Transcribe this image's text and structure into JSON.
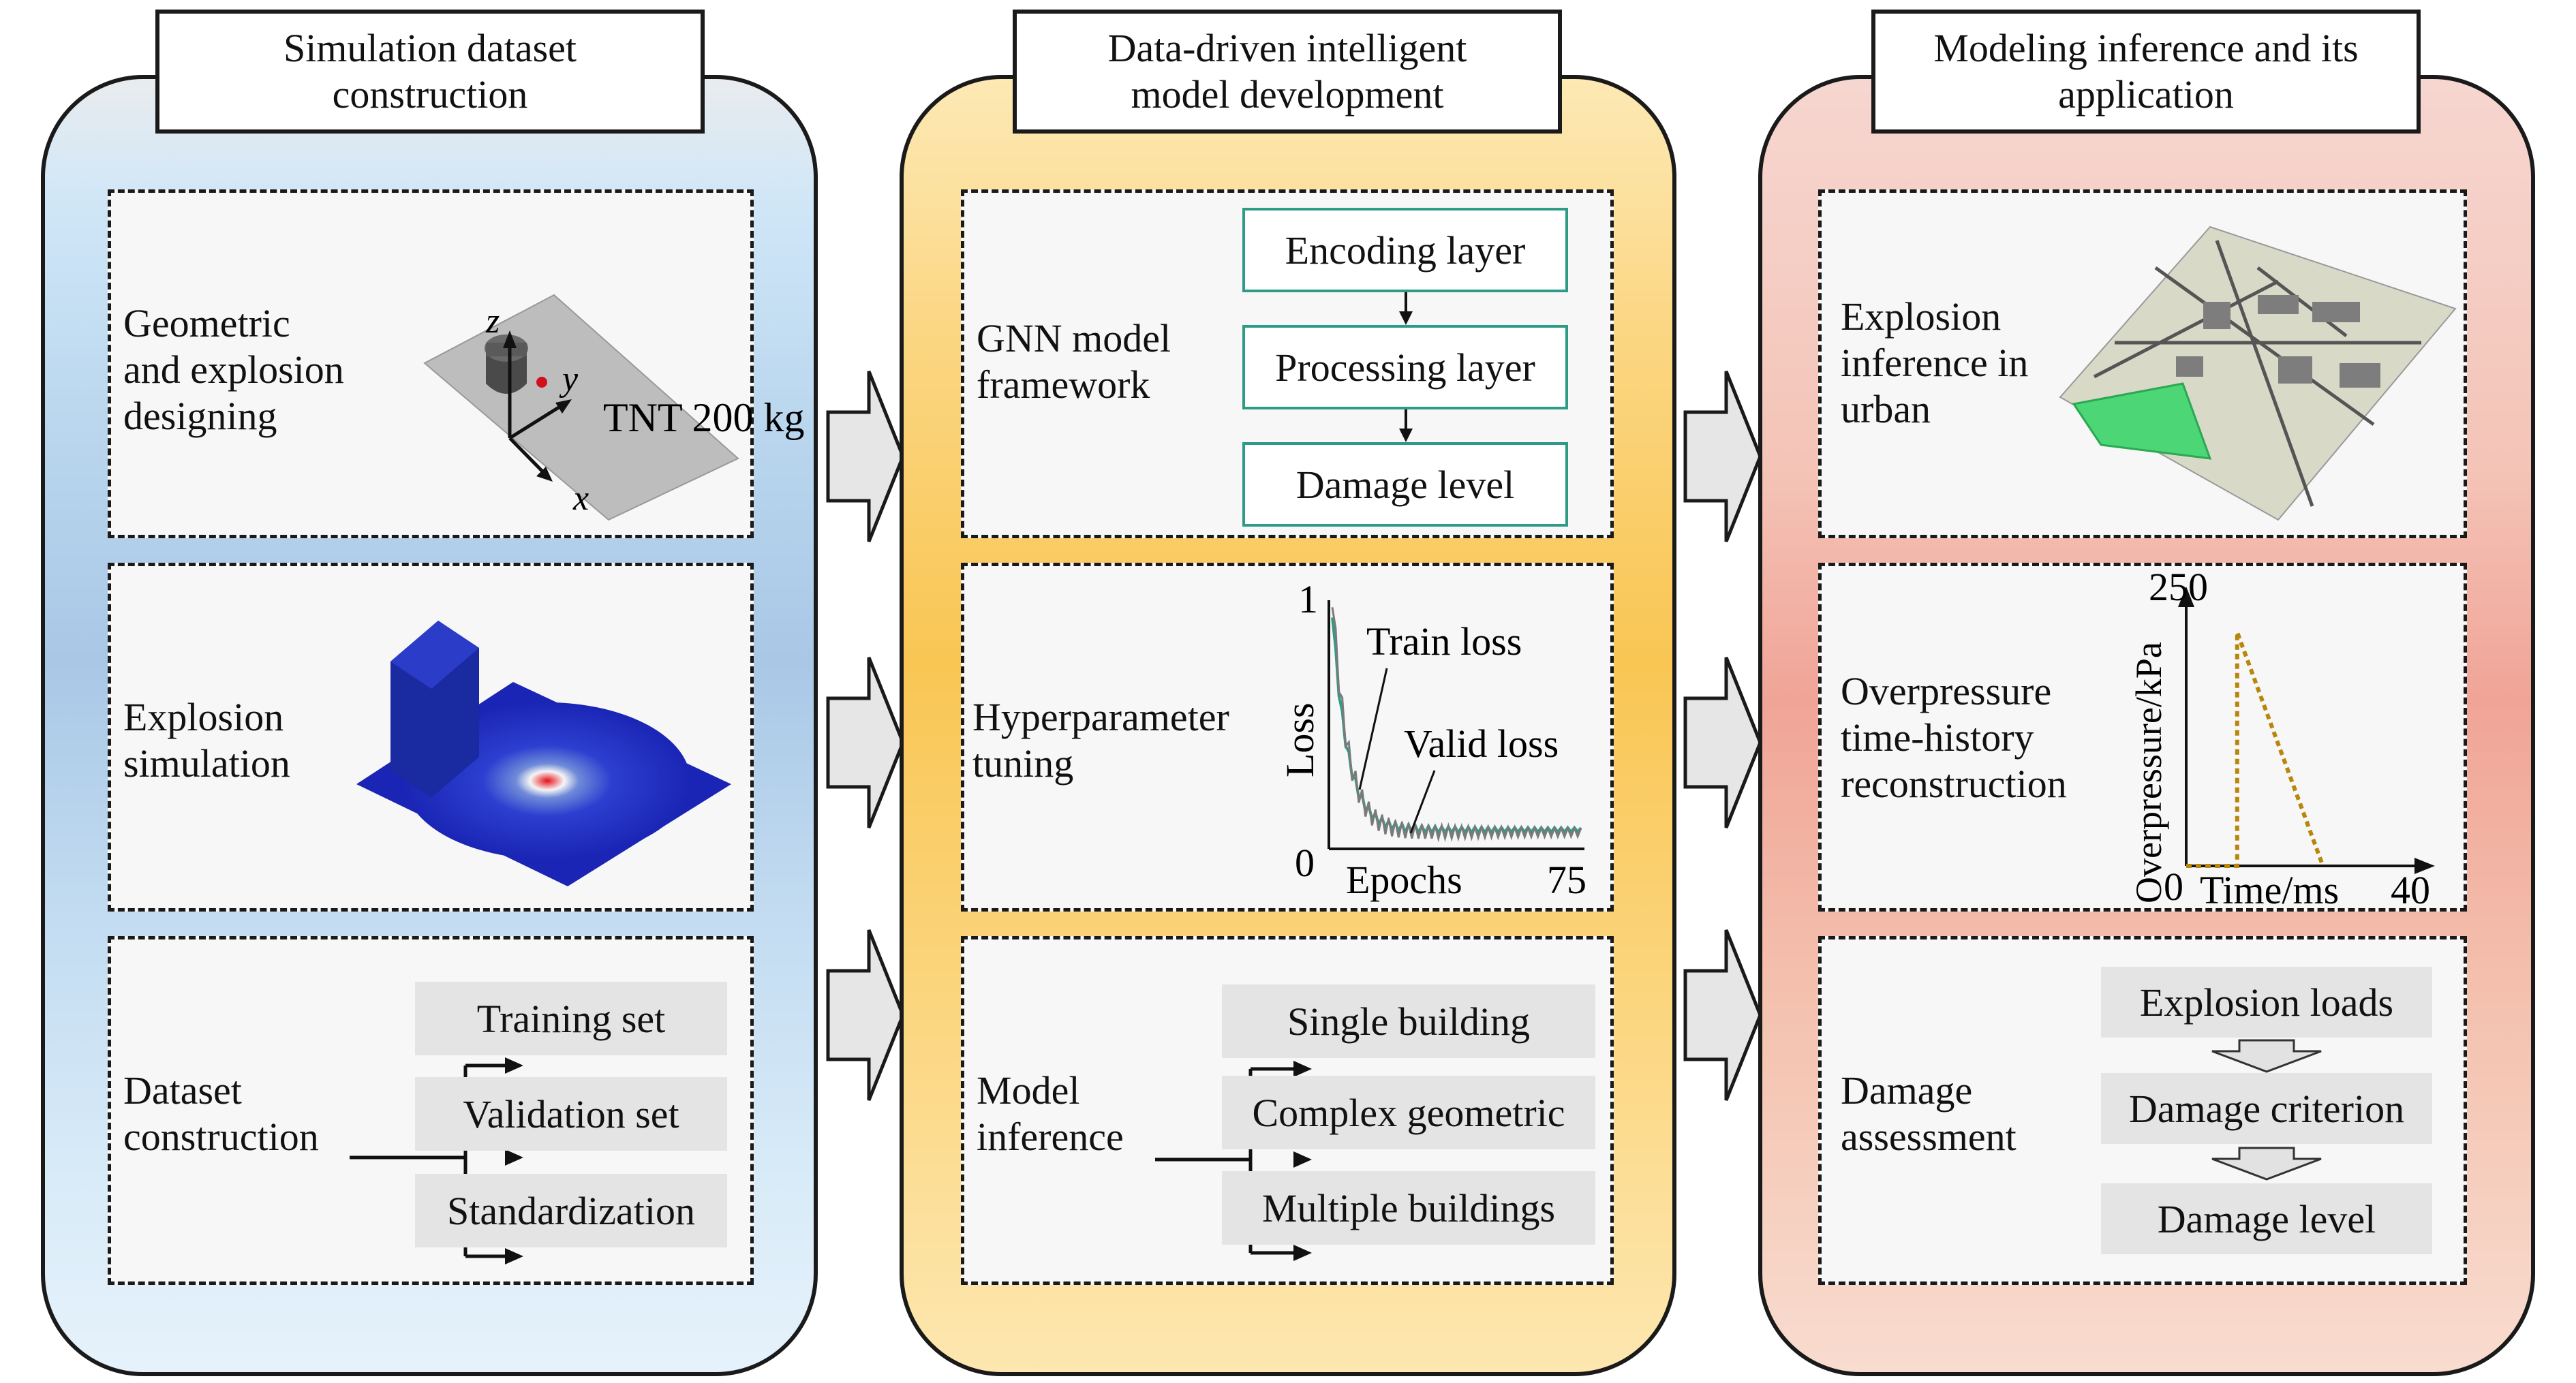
{
  "columns": [
    {
      "header": "Simulation dataset\nconstruction",
      "boxes": [
        {
          "label": "Geometric\nand explosion\ndesigning",
          "axis_z": "z",
          "axis_y": "y",
          "axis_x": "x",
          "charge": "TNT 200 kg"
        },
        {
          "label": "Explosion\nsimulation"
        },
        {
          "label": "Dataset\nconstruction",
          "items": [
            "Training set",
            "Validation set",
            "Standardization"
          ]
        }
      ]
    },
    {
      "header": "Data-driven intelligent\nmodel development",
      "boxes": [
        {
          "label": "GNN model\nframework",
          "layers": [
            "Encoding layer",
            "Processing layer",
            "Damage level"
          ]
        },
        {
          "label": "Hyperparameter\ntuning",
          "loss_plot": {
            "ylabel": "Loss",
            "ymax": "1",
            "zero": "0",
            "xlabel": "Epochs",
            "xmax": "75",
            "train": "Train loss",
            "valid": "Valid loss"
          }
        },
        {
          "label": "Model\ninference",
          "items": [
            "Single building",
            "Complex geometric",
            "Multiple buildings"
          ]
        }
      ]
    },
    {
      "header": "Modeling inference and its\napplication",
      "boxes": [
        {
          "label": "Explosion\ninference in\nurban"
        },
        {
          "label": "Overpressure\ntime-history\nreconstruction",
          "pressure_plot": {
            "ylabel": "Overpressure/kPa",
            "ymax": "250",
            "zero": "0",
            "xlabel": "Time/ms",
            "xmax": "40"
          }
        },
        {
          "label": "Damage\nassessment",
          "steps": [
            "Explosion loads",
            "Damage criterion",
            "Damage level"
          ]
        }
      ]
    }
  ],
  "colors": {
    "panel1": "#bcd8ef",
    "panel2": "#f9c654",
    "panel3": "#f0a497",
    "teal": "#2e9b86",
    "arrow_fill": "#e6e6e6"
  }
}
